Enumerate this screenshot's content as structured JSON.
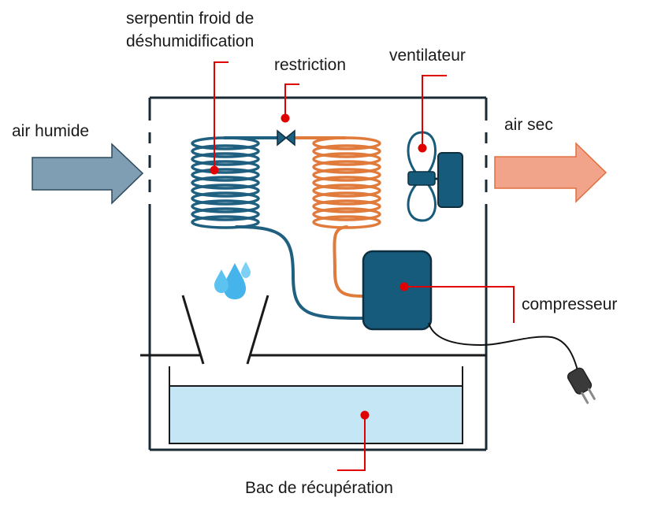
{
  "labels": {
    "cold_coil_line1": "serpentin froid de",
    "cold_coil_line2": "déshumidification",
    "restriction": "restriction",
    "fan": "ventilateur",
    "humid_air": "air humide",
    "dry_air": "air sec",
    "compressor": "compresseur",
    "tank": "Bac de récupération"
  },
  "colors": {
    "frame": "#1a2a33",
    "cold_coil": "#1f5f80",
    "hot_coil": "#e07b3c",
    "component": "#175b7c",
    "component_border": "#0d2f40",
    "leader": "#e00000",
    "humid_arrow": "#7f9db3",
    "dry_arrow": "#f2a48a",
    "water_tank": "#c5e6f5",
    "water_drop": "#45b4ea",
    "plug": "#3a3a3a",
    "cable": "#111111"
  },
  "icons": {
    "fan": "fan-icon",
    "water": "water-drops-icon",
    "plug": "power-plug-icon",
    "valve": "expansion-valve-icon"
  }
}
